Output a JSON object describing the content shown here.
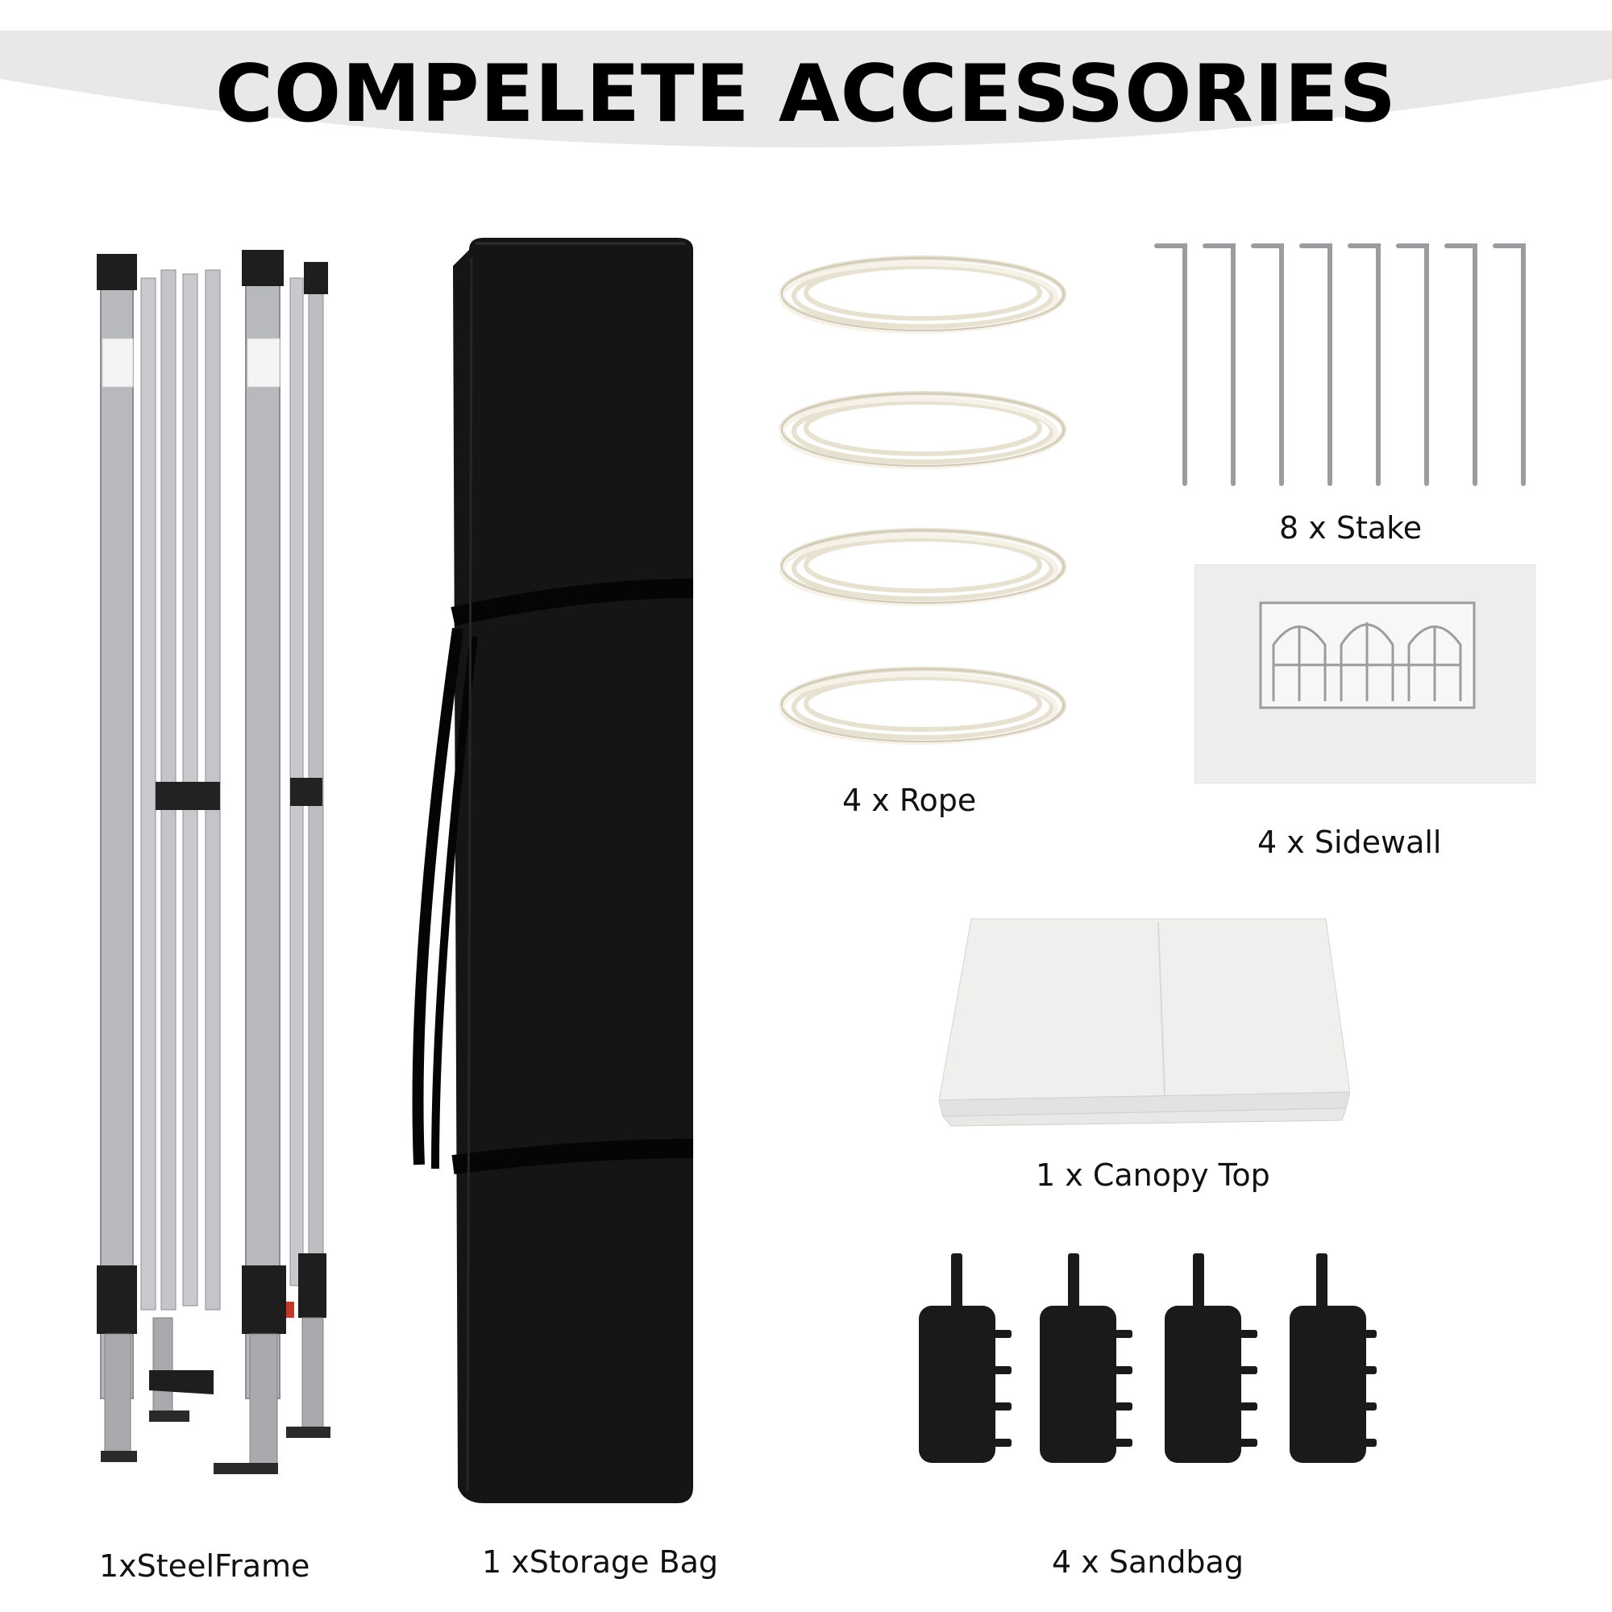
{
  "header": {
    "title": "COMPELETE ACCESSORIES"
  },
  "items": {
    "frame": {
      "label": "1xSteelFrame"
    },
    "bag": {
      "label": "1 xStorage Bag"
    },
    "rope": {
      "label": "4 x Rope"
    },
    "stake": {
      "label": "8 x Stake"
    },
    "sidewall": {
      "label": "4 x Sidewall"
    },
    "canopy": {
      "label": "1 x Canopy Top"
    },
    "sandbag": {
      "label": "4 x Sandbag"
    }
  },
  "colors": {
    "banner": "#e8e8e8",
    "frame_metal": "#b8b9bc",
    "bag": "#151515",
    "rope": "#f4f0e6",
    "sidewall": "#ededed",
    "canopy": "#e9e9e7"
  }
}
